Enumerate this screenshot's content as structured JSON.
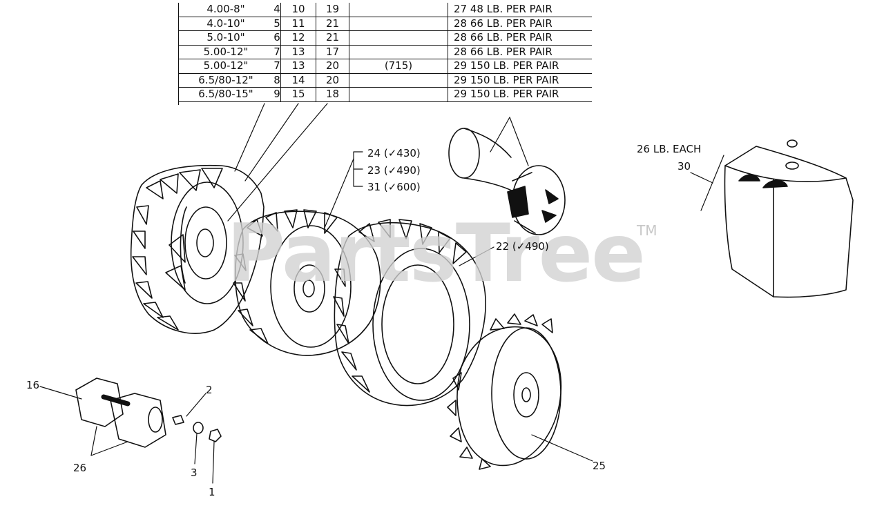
{
  "table": {
    "rows": [
      {
        "size": "4.00-8\"",
        "a": "4",
        "b": "10",
        "c": "19",
        "d": "",
        "e": "27",
        "weight": "48 LB. PER PAIR"
      },
      {
        "size": "4.0-10\"",
        "a": "5",
        "b": "11",
        "c": "21",
        "d": "",
        "e": "28",
        "weight": "66 LB. PER PAIR"
      },
      {
        "size": "5.0-10\"",
        "a": "6",
        "b": "12",
        "c": "21",
        "d": "",
        "e": "28",
        "weight": "66 LB. PER PAIR"
      },
      {
        "size": "5.00-12\"",
        "a": "7",
        "b": "13",
        "c": "17",
        "d": "",
        "e": "28",
        "weight": "66 LB. PER PAIR"
      },
      {
        "size": "5.00-12\"",
        "a": "7",
        "b": "13",
        "c": "20",
        "d": "(715)",
        "e": "29",
        "weight": "150 LB. PER PAIR"
      },
      {
        "size": "6.5/80-12\"",
        "a": "8",
        "b": "14",
        "c": "20",
        "d": "",
        "e": "29",
        "weight": "150 LB. PER PAIR"
      },
      {
        "size": "6.5/80-15\"",
        "a": "9",
        "b": "15",
        "c": "18",
        "d": "",
        "e": "29",
        "weight": "150 LB. PER PAIR"
      }
    ]
  },
  "callouts": {
    "c24": "24 (✓430)",
    "c23": "23 (✓490)",
    "c31": "31 (✓600)",
    "c22": "22 (✓490)",
    "c26each": "26 LB. EACH",
    "c30": "30",
    "c16": "16",
    "c2": "2",
    "c26": "26",
    "c3": "3",
    "c1": "1",
    "c25": "25"
  },
  "watermark": {
    "text": "PartsTree",
    "tm": "TM"
  }
}
